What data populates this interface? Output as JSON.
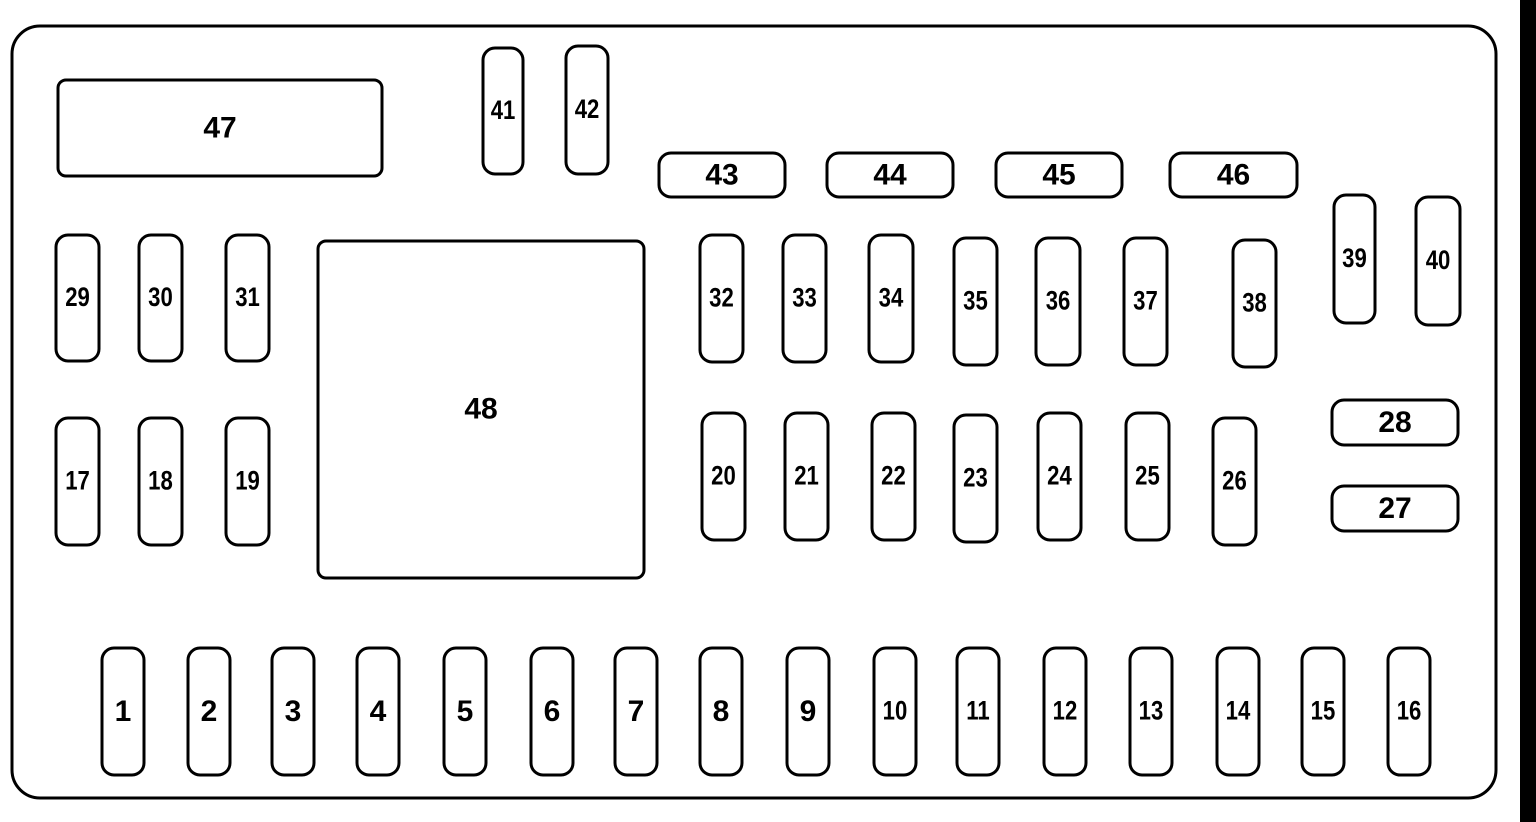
{
  "diagram": {
    "colors": {
      "stroke": "#000000",
      "fill": "#ffffff",
      "text": "#000000"
    },
    "fuses": [
      {
        "id": "47",
        "label": "47",
        "shape": "relay-wide"
      },
      {
        "id": "41",
        "label": "41",
        "shape": "vertical"
      },
      {
        "id": "42",
        "label": "42",
        "shape": "vertical"
      },
      {
        "id": "43",
        "label": "43",
        "shape": "horizontal"
      },
      {
        "id": "44",
        "label": "44",
        "shape": "horizontal"
      },
      {
        "id": "45",
        "label": "45",
        "shape": "horizontal"
      },
      {
        "id": "46",
        "label": "46",
        "shape": "horizontal"
      },
      {
        "id": "39",
        "label": "39",
        "shape": "vertical"
      },
      {
        "id": "40",
        "label": "40",
        "shape": "vertical"
      },
      {
        "id": "29",
        "label": "29",
        "shape": "vertical"
      },
      {
        "id": "30",
        "label": "30",
        "shape": "vertical"
      },
      {
        "id": "31",
        "label": "31",
        "shape": "vertical"
      },
      {
        "id": "48",
        "label": "48",
        "shape": "relay-large"
      },
      {
        "id": "32",
        "label": "32",
        "shape": "vertical"
      },
      {
        "id": "33",
        "label": "33",
        "shape": "vertical"
      },
      {
        "id": "34",
        "label": "34",
        "shape": "vertical"
      },
      {
        "id": "35",
        "label": "35",
        "shape": "vertical"
      },
      {
        "id": "36",
        "label": "36",
        "shape": "vertical"
      },
      {
        "id": "37",
        "label": "37",
        "shape": "vertical"
      },
      {
        "id": "38",
        "label": "38",
        "shape": "vertical"
      },
      {
        "id": "28",
        "label": "28",
        "shape": "horizontal"
      },
      {
        "id": "27",
        "label": "27",
        "shape": "horizontal"
      },
      {
        "id": "17",
        "label": "17",
        "shape": "vertical"
      },
      {
        "id": "18",
        "label": "18",
        "shape": "vertical"
      },
      {
        "id": "19",
        "label": "19",
        "shape": "vertical"
      },
      {
        "id": "20",
        "label": "20",
        "shape": "vertical"
      },
      {
        "id": "21",
        "label": "21",
        "shape": "vertical"
      },
      {
        "id": "22",
        "label": "22",
        "shape": "vertical"
      },
      {
        "id": "23",
        "label": "23",
        "shape": "vertical"
      },
      {
        "id": "24",
        "label": "24",
        "shape": "vertical"
      },
      {
        "id": "25",
        "label": "25",
        "shape": "vertical"
      },
      {
        "id": "26",
        "label": "26",
        "shape": "vertical"
      },
      {
        "id": "1",
        "label": "1",
        "shape": "vertical"
      },
      {
        "id": "2",
        "label": "2",
        "shape": "vertical"
      },
      {
        "id": "3",
        "label": "3",
        "shape": "vertical"
      },
      {
        "id": "4",
        "label": "4",
        "shape": "vertical"
      },
      {
        "id": "5",
        "label": "5",
        "shape": "vertical"
      },
      {
        "id": "6",
        "label": "6",
        "shape": "vertical"
      },
      {
        "id": "7",
        "label": "7",
        "shape": "vertical"
      },
      {
        "id": "8",
        "label": "8",
        "shape": "vertical"
      },
      {
        "id": "9",
        "label": "9",
        "shape": "vertical"
      },
      {
        "id": "10",
        "label": "10",
        "shape": "vertical"
      },
      {
        "id": "11",
        "label": "11",
        "shape": "vertical"
      },
      {
        "id": "12",
        "label": "12",
        "shape": "vertical"
      },
      {
        "id": "13",
        "label": "13",
        "shape": "vertical"
      },
      {
        "id": "14",
        "label": "14",
        "shape": "vertical"
      },
      {
        "id": "15",
        "label": "15",
        "shape": "vertical"
      },
      {
        "id": "16",
        "label": "16",
        "shape": "vertical"
      }
    ]
  }
}
